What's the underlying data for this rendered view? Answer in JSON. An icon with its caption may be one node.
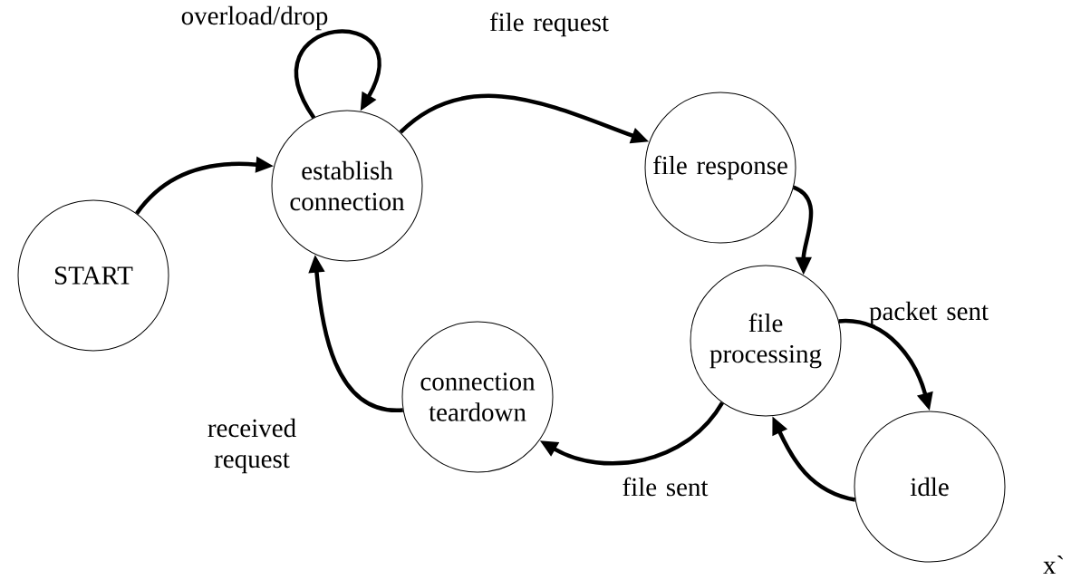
{
  "diagram": {
    "nodes": [
      {
        "text": [
          "START"
        ]
      },
      {
        "text": [
          "establish connection"
        ]
      },
      {
        "text": [
          "file response"
        ]
      },
      {
        "text": [
          "file processing"
        ]
      },
      {
        "text": [
          "connection teardown"
        ]
      },
      {
        "text": [
          "idle"
        ]
      }
    ],
    "edges": [
      {
        "from": 0,
        "to": 1,
        "arrow": "to"
      },
      {
        "from": 1,
        "to": 1,
        "arrow": "to",
        "label": "overload/drop"
      },
      {
        "from": 1,
        "to": 2,
        "arrow": "to",
        "label": "file request"
      },
      {
        "from": 2,
        "to": 3,
        "arrow": "to"
      },
      {
        "from": 3,
        "to": 5,
        "arrow": "to",
        "label": "packet sent"
      },
      {
        "from": 5,
        "to": 3,
        "arrow": "to"
      },
      {
        "from": 3,
        "to": 4,
        "arrow": "to",
        "label": "file sent"
      },
      {
        "from": 4,
        "to": 1,
        "arrow": "to",
        "label": "received request"
      }
    ],
    "labels": [
      "x`"
    ]
  }
}
